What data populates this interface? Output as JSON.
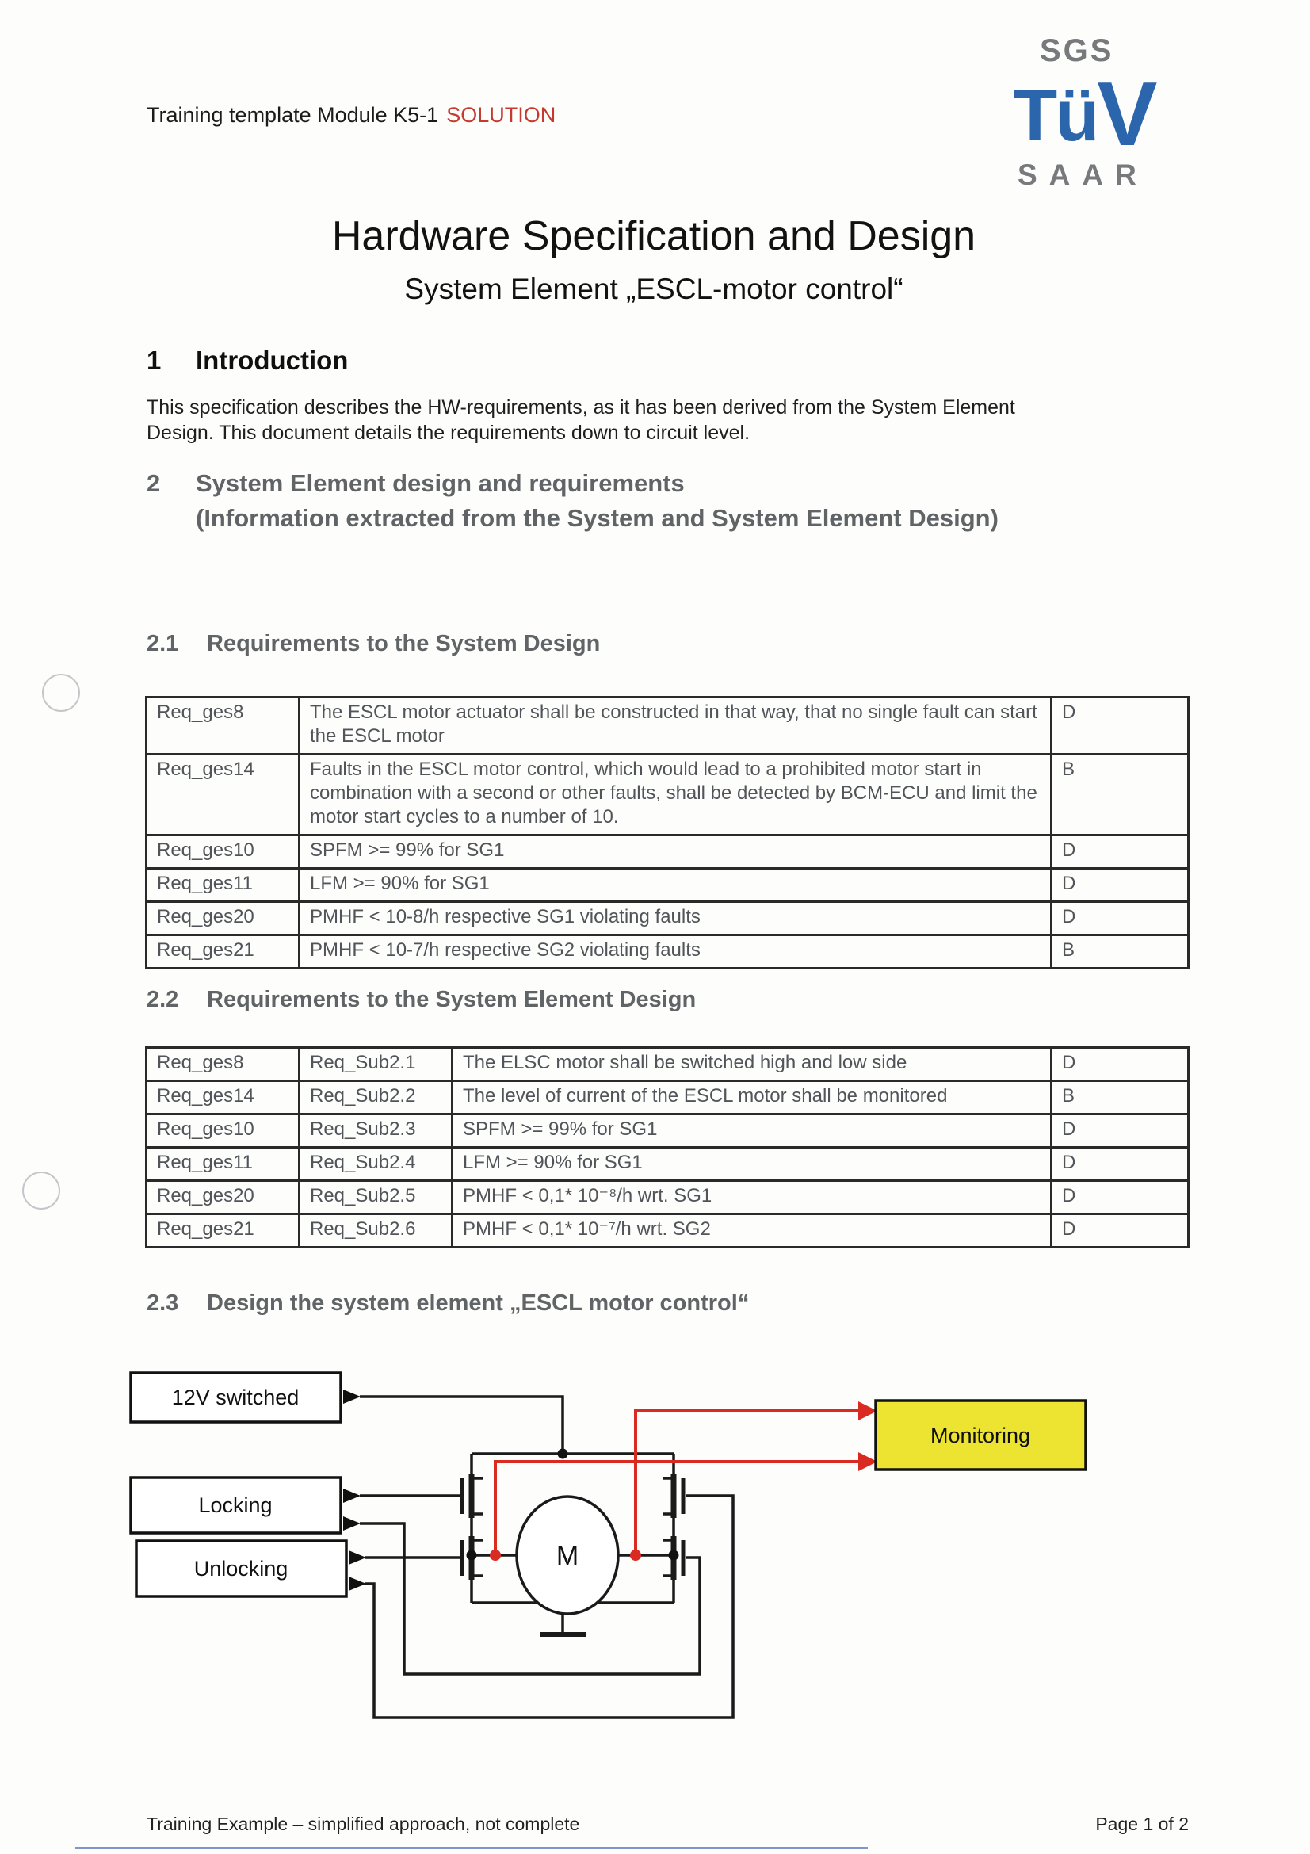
{
  "header": {
    "label": "Training template Module K5-1",
    "highlight": "SOLUTION"
  },
  "logo": {
    "top": "SGS",
    "main_t": "Tü",
    "main_v": "V",
    "bottom": "SAAR"
  },
  "title": "Hardware Specification and Design",
  "subtitle": "System Element „ESCL-motor control“",
  "sections": {
    "s1_num": "1",
    "s1_title": "Introduction",
    "s1_body": "This specification describes the HW-requirements, as it has been derived from the System Element Design. This document details the requirements down to circuit level.",
    "s2_num": "2",
    "s2_line1": "System Element design and requirements",
    "s2_line2": "(Information extracted from the System and System Element Design)",
    "s21_num": "2.1",
    "s21_title": "Requirements to the System Design",
    "s22_num": "2.2",
    "s22_title": "Requirements to the System Element Design",
    "s23_num": "2.3",
    "s23_title": "Design the system element „ESCL motor control“"
  },
  "table_system_design": {
    "rows": [
      [
        "Req_ges8",
        "The ESCL motor actuator shall be constructed in that way, that no single fault can start the ESCL motor",
        "D"
      ],
      [
        "Req_ges14",
        "Faults in the ESCL motor control, which would lead to a prohibited motor start in combination with a second or other faults, shall be detected by BCM-ECU and limit the motor start cycles to a number of 10.",
        "B"
      ],
      [
        "Req_ges10",
        "SPFM >= 99% for SG1",
        "D"
      ],
      [
        "Req_ges11",
        "LFM >= 90% for SG1",
        "D"
      ],
      [
        "Req_ges20",
        "PMHF < 10-8/h respective SG1 violating faults",
        "D"
      ],
      [
        "Req_ges21",
        "PMHF < 10-7/h respective SG2 violating faults",
        "B"
      ]
    ]
  },
  "table_system_element": {
    "rows": [
      [
        "Req_ges8",
        "Req_Sub2.1",
        "The ELSC motor shall be switched high and low side",
        "D"
      ],
      [
        "Req_ges14",
        "Req_Sub2.2",
        "The level of current of the ESCL motor shall be monitored",
        "B"
      ],
      [
        "Req_ges10",
        "Req_Sub2.3",
        "SPFM >= 99% for SG1",
        "D"
      ],
      [
        "Req_ges11",
        "Req_Sub2.4",
        "LFM >= 90% for SG1",
        "D"
      ],
      [
        "Req_ges20",
        "Req_Sub2.5",
        "PMHF < 0,1* 10⁻⁸/h wrt. SG1",
        "D"
      ],
      [
        "Req_ges21",
        "Req_Sub2.6",
        "PMHF < 0,1* 10⁻⁷/h wrt. SG2",
        "D"
      ]
    ]
  },
  "diagram": {
    "supply_label": "12V switched",
    "locking_label": "Locking",
    "unlocking_label": "Unlocking",
    "monitoring_label": "Monitoring",
    "motor_label": "M",
    "wire_color": "#d92b22",
    "monitor_fill": "#ece431"
  },
  "footer": {
    "left": "Training Example – simplified approach, not complete",
    "right": "Page 1 of 2"
  },
  "colors": {
    "logo_blue": "#2b66ac",
    "logo_gray": "#77797c",
    "heading_gray": "#606466",
    "accent_red": "#c63a2e"
  }
}
